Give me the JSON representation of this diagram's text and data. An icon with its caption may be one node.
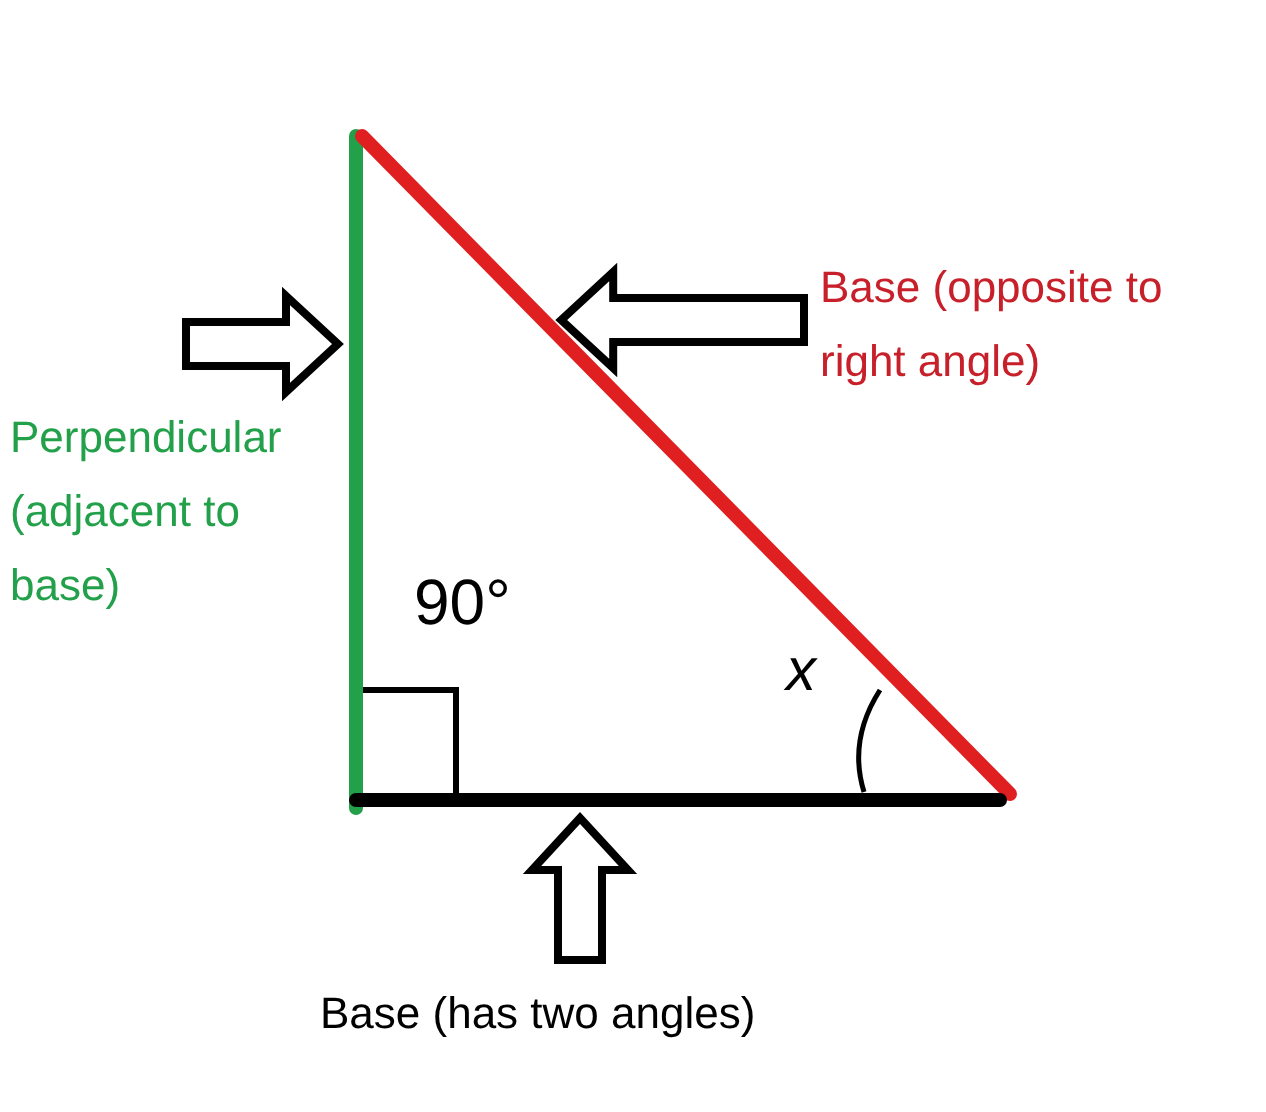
{
  "diagram": {
    "nodes": [
      {
        "text": [
          "Perpendicular (adjacent to base)"
        ]
      },
      {
        "text": [
          "Base (opposite to right angle)"
        ]
      },
      {
        "text": [
          "Base (has two angles)"
        ]
      },
      {
        "text": [],
        "shape": "line"
      },
      {
        "text": [],
        "shape": "line"
      },
      {
        "text": [],
        "shape": "line"
      }
    ],
    "edges": [
      {
        "from": 0,
        "to": 3,
        "arrow": "to"
      },
      {
        "from": 1,
        "to": 4,
        "arrow": "to"
      },
      {
        "from": 2,
        "to": 5,
        "arrow": "to"
      }
    ],
    "labels": [
      "90°",
      "x"
    ]
  }
}
